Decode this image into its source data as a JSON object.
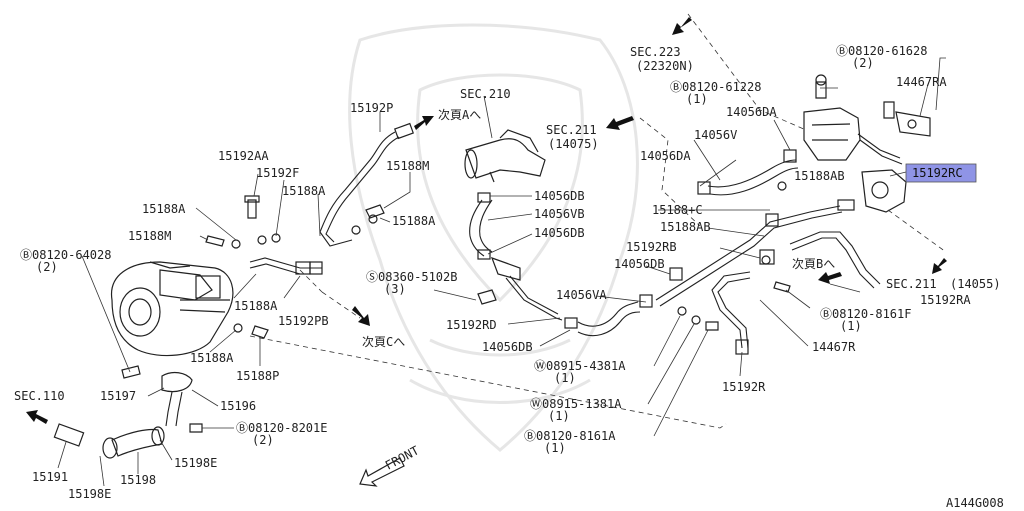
{
  "diagram_code": "A144G008",
  "front_label": "FRONT",
  "labels": {
    "sec223": "SEC.223",
    "sec223_sub": "(22320N)",
    "b08120_61628": "Ⓑ08120-61628",
    "b08120_61628_qty": "(2)",
    "b08120_61228": "Ⓑ08120-61228",
    "b08120_61228_qty": "(1)",
    "p14467RA": "14467RA",
    "p14056DA_a": "14056DA",
    "p14056V": "14056V",
    "p14056DA_b": "14056DA",
    "p15192RC": "15192RC",
    "sec210": "SEC.210",
    "sec211_a": "SEC.211",
    "sec211_a_sub": "(14075)",
    "p15192P": "15192P",
    "next_a": "次頁Aへ",
    "p15192AA": "15192AA",
    "p15192F": "15192F",
    "p15188A_top": "15188A",
    "p15188M_top": "15188M",
    "p15188A_mid": "15188A",
    "p15188A_left": "15188A",
    "p15188M_left": "15188M",
    "p14056DB_a": "14056DB",
    "p14056VB": "14056VB",
    "p14056DB_b": "14056DB",
    "p15188AB_a": "15188AB",
    "p15188C": "15188+C",
    "p15188AB_b": "15188AB",
    "p15192RB": "15192RB",
    "p14056DB_c": "14056DB",
    "b08120_64028": "Ⓑ08120-64028",
    "b08120_64028_qty": "(2)",
    "s08360": "Ⓢ08360-5102B",
    "s08360_qty": "(3)",
    "p15188A_low": "15188A",
    "p15192PB": "15192PB",
    "next_c": "次頁Cへ",
    "p14056VA": "14056VA",
    "p15192RD": "15192RD",
    "p14056DB_d": "14056DB",
    "next_b": "次頁Bへ",
    "sec211_b": "SEC.211",
    "sec211_b_sub": "(14055)",
    "p15192RA": "15192RA",
    "b08120_8161F": "Ⓑ08120-8161F",
    "b08120_8161F_qty": "(1)",
    "p14467R": "14467R",
    "p15188A_bot": "15188A",
    "p15188P": "15188P",
    "w08915_4381A": "Ⓦ08915-4381A",
    "w08915_4381A_qty": "(1)",
    "p15192R": "15192R",
    "sec110": "SEC.110",
    "p15197": "15197",
    "p15196": "15196",
    "w08915_1381A": "Ⓦ08915-1381A",
    "w08915_1381A_qty": "(1)",
    "b08120_8201E": "Ⓑ08120-8201E",
    "b08120_8201E_qty": "(2)",
    "b08120_8161A": "Ⓑ08120-8161A",
    "b08120_8161A_qty": "(1)",
    "p15198E_a": "15198E",
    "p15191": "15191",
    "p15198E_b": "15198E",
    "p15198": "15198"
  },
  "highlight_color": "#8f94e6"
}
